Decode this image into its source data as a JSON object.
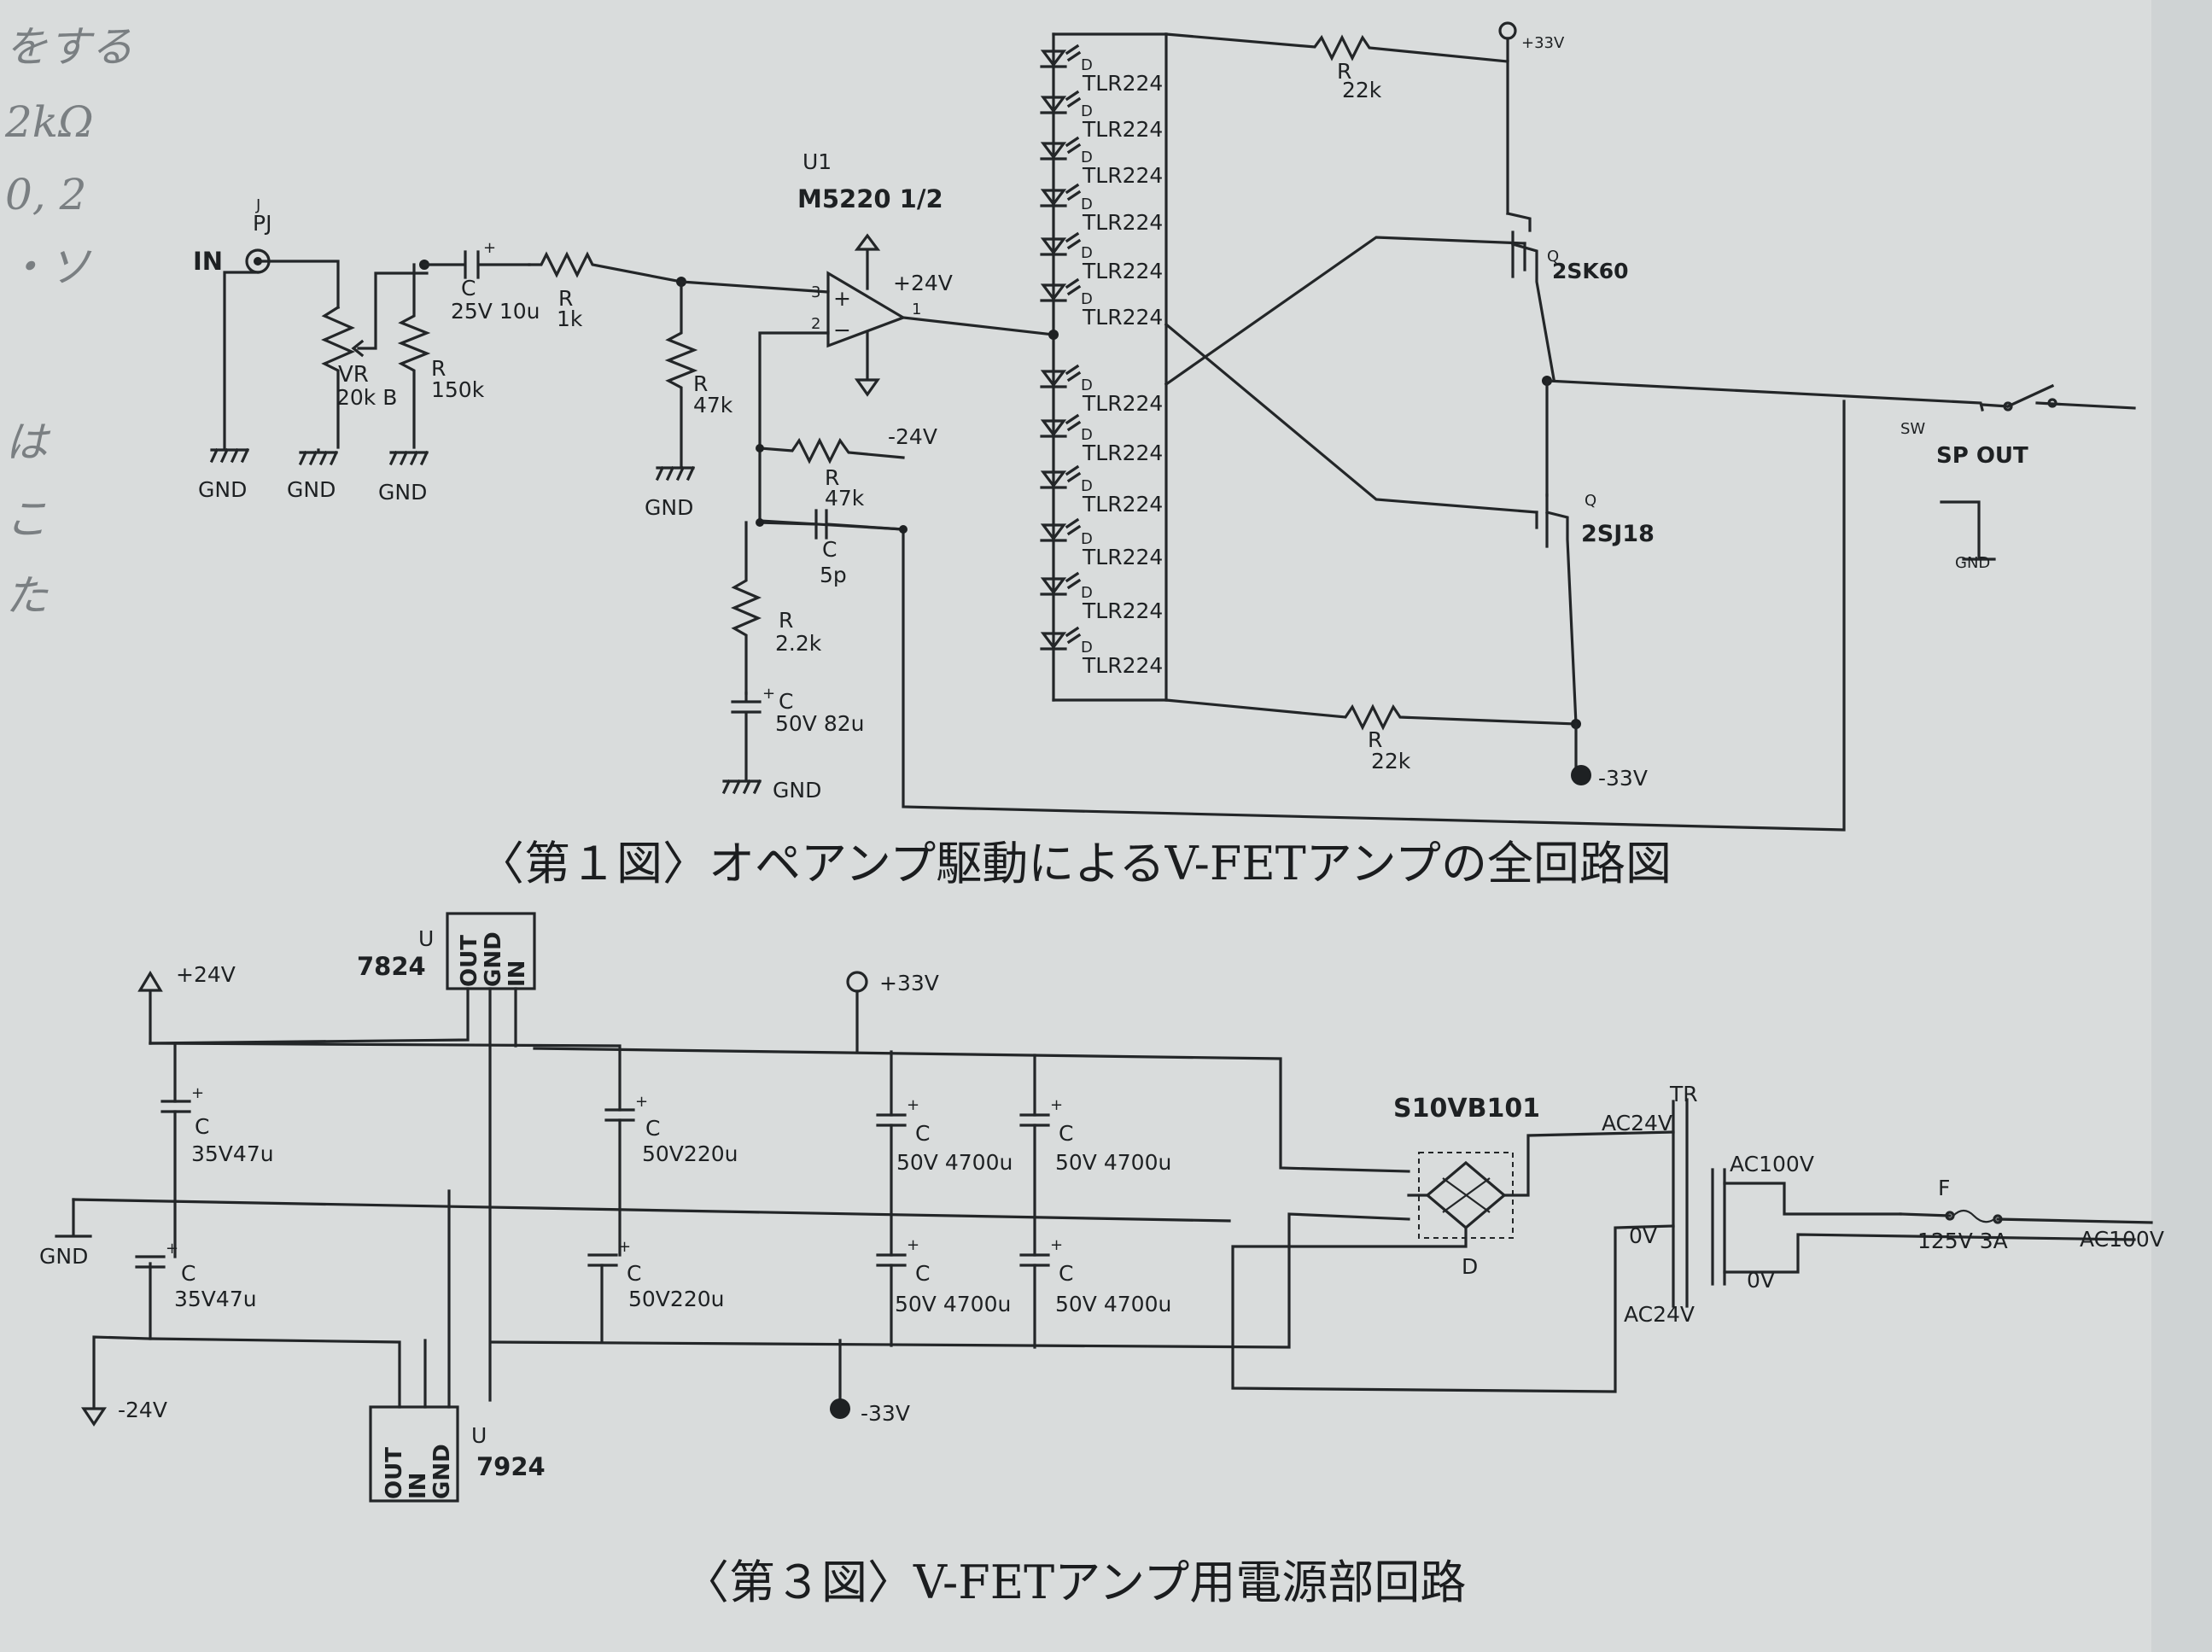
{
  "margin_text": [
    "をする",
    "2kΩ",
    "0, 2",
    "・ソ",
    "は",
    "こ",
    "た"
  ],
  "fig1": {
    "caption": "〈第１図〉オペアンプ駆動によるV-FETアンプの全回路図",
    "labels": {
      "in": "IN",
      "jack_ref": "J",
      "jack": "PJ",
      "vr_ref": "VR",
      "vr_val": "20k B",
      "r150_ref": "R",
      "r150_val": "150k",
      "cin_ref": "C",
      "cin_val": "25V 10u",
      "r1k_ref": "R",
      "r1k_val": "1k",
      "r47k_ref": "R",
      "r47k_val": "47k",
      "u1_ref": "U1",
      "u1_part": "M5220 1/2",
      "pin3": "3",
      "pin2": "2",
      "pin1": "1",
      "plus": "+",
      "minus": "−",
      "vpos": "+24V",
      "vneg": "-24V",
      "rf_ref": "R",
      "rf_val": "47k",
      "cf_ref": "C",
      "cf_val": "5p",
      "rg_ref": "R",
      "rg_val": "2.2k",
      "cg_ref": "C",
      "cg_val": "50V 82u",
      "gnd": "GND",
      "diode_ref": "D",
      "diode_part": "TLR224",
      "rtop_ref": "R",
      "rtop_val": "22k",
      "rbot_ref": "R",
      "rbot_val": "22k",
      "v33p": "+33V",
      "v33n": "-33V",
      "q_ref": "Q",
      "q1": "2SK60",
      "q2": "2SJ18",
      "sw": "SW",
      "spout": "SP OUT"
    }
  },
  "fig3": {
    "caption": "〈第３図〉V-FETアンプ用電源部回路",
    "labels": {
      "u_ref": "U",
      "reg_pos": "7824",
      "reg_neg": "7924",
      "pins_pos": [
        "OUT",
        "GND",
        "IN"
      ],
      "pins_neg": [
        "OUT",
        "IN",
        "GND"
      ],
      "vpos": "+24V",
      "vneg": "-24V",
      "v33p": "+33V",
      "v33n": "-33V",
      "gnd": "GND",
      "c_ref": "C",
      "c35": "35V47u",
      "c220": "50V220u",
      "c4700": "50V 4700u",
      "bridge": "S10VB101",
      "bridge_ref": "D",
      "tr": "TR",
      "ac24": "AC24V",
      "zero": "0V",
      "ac100": "AC100V",
      "f_ref": "F",
      "fuse": "125V 3A"
    }
  },
  "colors": {
    "ink": "#232628",
    "paper": "#dadddd"
  }
}
